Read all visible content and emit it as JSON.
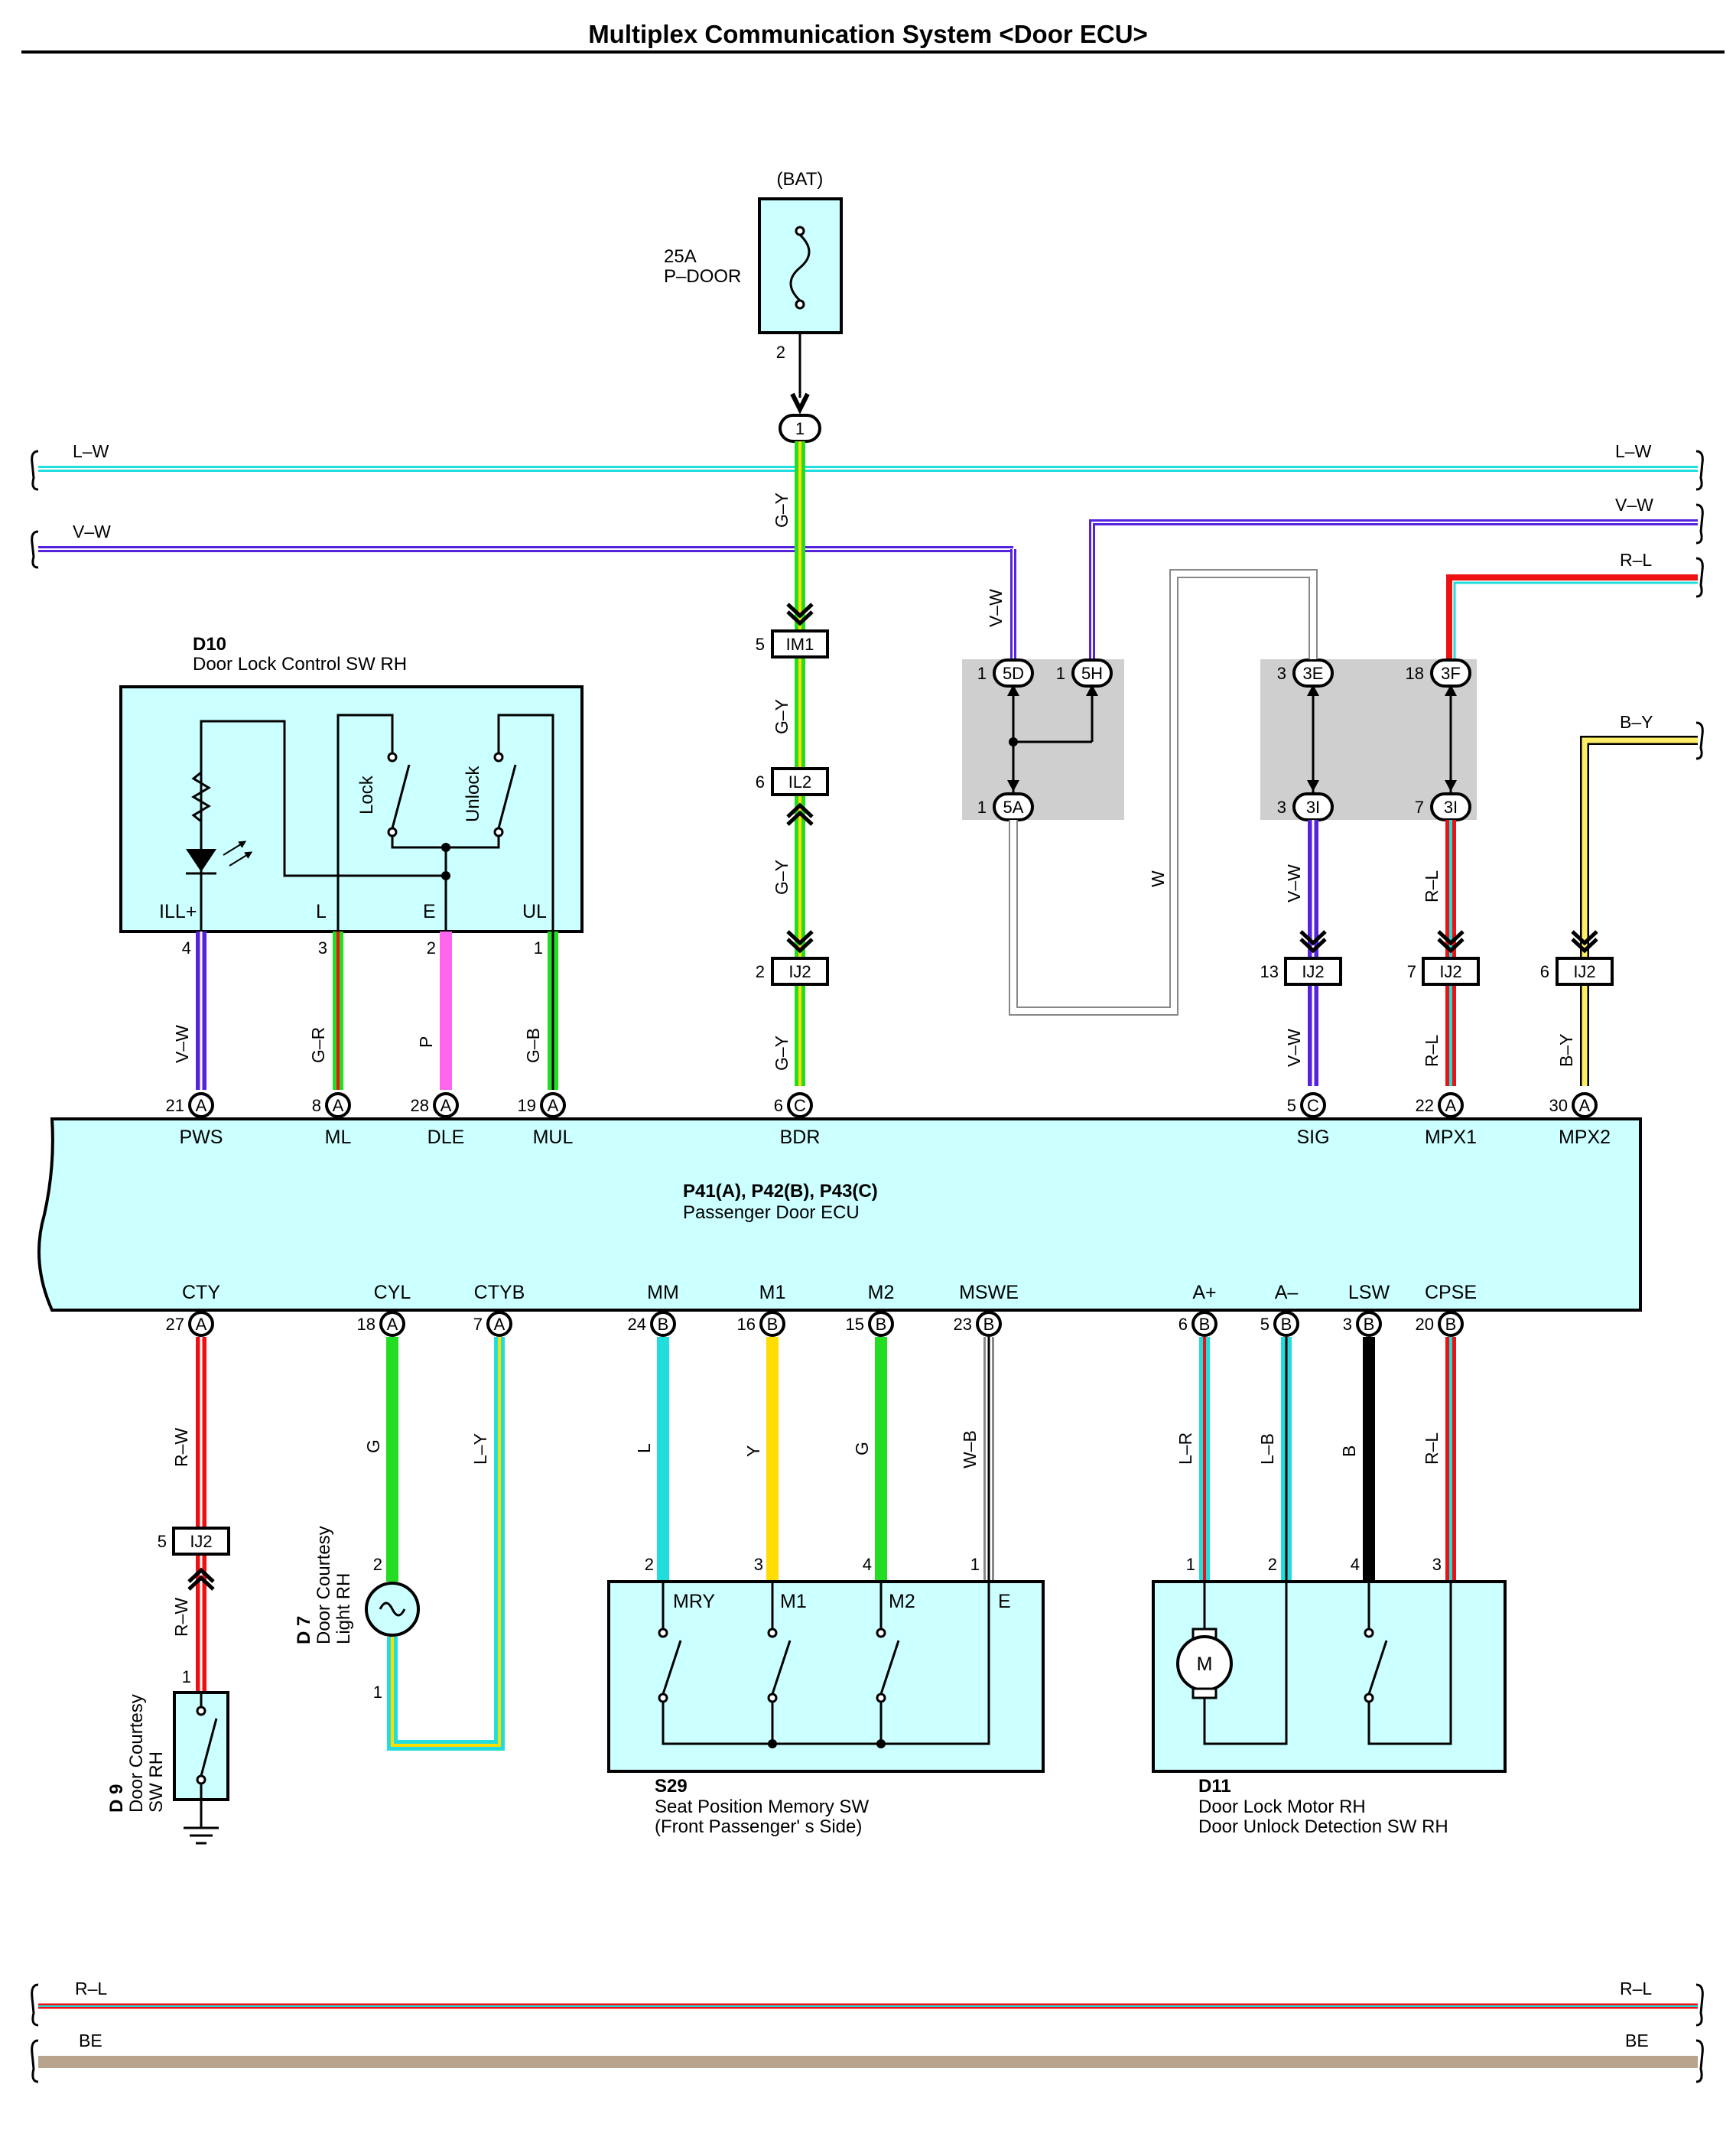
{
  "title": "Multiplex Communication System <Door ECU>",
  "colors": {
    "box_fill": "#ccffff",
    "splice_fill": "#cfcfcf",
    "L": "#22dddd",
    "V": "#5522dd",
    "G": "#22dd22",
    "Y": "#ffdd00",
    "R": "#ee1111",
    "P": "#ff66ee",
    "B": "#000000",
    "W": "#ffffff",
    "BE": "#b8a48c"
  },
  "buses": {
    "lw": "L–W",
    "vw": "V–W",
    "rl": "R–L",
    "by": "B–Y",
    "bottom_rl": "R–L",
    "bottom_be": "BE"
  },
  "fuse": {
    "source": "(BAT)",
    "rating": "25A",
    "name": "P–DOOR",
    "pin": "2"
  },
  "d10": {
    "id": "D10",
    "name": "Door Lock Control SW RH",
    "switch_lock": "Lock",
    "switch_unlock": "Unlock",
    "terminals": [
      "ILL+",
      "L",
      "E",
      "UL"
    ],
    "pins": [
      "4",
      "3",
      "2",
      "1"
    ],
    "wires": [
      "V–W",
      "G–R",
      "P",
      "G–B"
    ]
  },
  "connectors": {
    "top": "1",
    "im1": {
      "pin": "5",
      "label": "IM1"
    },
    "il2": {
      "pin": "6",
      "label": "IL2"
    },
    "ij2_bdr": {
      "pin": "2",
      "label": "IJ2"
    },
    "ij2_sig": {
      "pin": "13",
      "label": "IJ2"
    },
    "ij2_mpx1": {
      "pin": "7",
      "label": "IJ2"
    },
    "ij2_mpx2": {
      "pin": "6",
      "label": "IJ2"
    },
    "ij2_cty": {
      "pin": "5",
      "label": "IJ2"
    }
  },
  "center_wires": {
    "gy": "G–Y",
    "vw": "V–W",
    "w": "W",
    "sig": "V–W",
    "mpx1": "R–L",
    "mpx2": "B–Y"
  },
  "splices_left": {
    "s5d": {
      "pin": "1",
      "label": "5D"
    },
    "s5h": {
      "pin": "1",
      "label": "5H"
    },
    "s5a": {
      "pin": "1",
      "label": "5A"
    }
  },
  "splices_right": {
    "s3e": {
      "pin": "3",
      "label": "3E"
    },
    "s3f": {
      "pin": "18",
      "label": "3F"
    },
    "s3i_a": {
      "pin": "3",
      "label": "3I"
    },
    "s3i_b": {
      "pin": "7",
      "label": "3I"
    }
  },
  "ecu": {
    "title": "P41(A), P42(B), P43(C)",
    "name": "Passenger Door ECU",
    "top_terminals": [
      {
        "name": "PWS",
        "pin": "21",
        "conn": "A"
      },
      {
        "name": "ML",
        "pin": "8",
        "conn": "A"
      },
      {
        "name": "DLE",
        "pin": "28",
        "conn": "A"
      },
      {
        "name": "MUL",
        "pin": "19",
        "conn": "A"
      },
      {
        "name": "BDR",
        "pin": "6",
        "conn": "C"
      },
      {
        "name": "SIG",
        "pin": "5",
        "conn": "C"
      },
      {
        "name": "MPX1",
        "pin": "22",
        "conn": "A"
      },
      {
        "name": "MPX2",
        "pin": "30",
        "conn": "A"
      }
    ],
    "bottom_terminals": [
      {
        "name": "CTY",
        "pin": "27",
        "conn": "A"
      },
      {
        "name": "CYL",
        "pin": "18",
        "conn": "A"
      },
      {
        "name": "CTYB",
        "pin": "7",
        "conn": "A"
      },
      {
        "name": "MM",
        "pin": "24",
        "conn": "B"
      },
      {
        "name": "M1",
        "pin": "16",
        "conn": "B"
      },
      {
        "name": "M2",
        "pin": "15",
        "conn": "B"
      },
      {
        "name": "MSWE",
        "pin": "23",
        "conn": "B"
      },
      {
        "name": "A+",
        "pin": "6",
        "conn": "B"
      },
      {
        "name": "A–",
        "pin": "5",
        "conn": "B"
      },
      {
        "name": "LSW",
        "pin": "3",
        "conn": "B"
      },
      {
        "name": "CPSE",
        "pin": "20",
        "conn": "B"
      }
    ]
  },
  "bottom_wires": {
    "cty": "R–W",
    "cty2": "R–W",
    "cyl": "G",
    "ctyb": "L–Y",
    "mm": "L",
    "m1": "Y",
    "m2": "G",
    "mswe": "W–B",
    "ap": "L–R",
    "am": "L–B",
    "lsw": "B",
    "cpse": "R–L"
  },
  "d9": {
    "id": "D 9",
    "name1": "Door Courtesy",
    "name2": "SW RH",
    "pin": "1"
  },
  "d7": {
    "id": "D 7",
    "name1": "Door Courtesy",
    "name2": "Light RH",
    "pin_top": "2",
    "pin_bot": "1"
  },
  "s29": {
    "id": "S29",
    "name1": "Seat Position Memory SW",
    "name2": "(Front Passenger' s Side)",
    "terminals": [
      "MRY",
      "M1",
      "M2",
      "E"
    ],
    "pins": [
      "2",
      "3",
      "4",
      "1"
    ]
  },
  "d11": {
    "id": "D11",
    "name1": "Door Lock Motor RH",
    "name2": "Door Unlock Detection SW RH",
    "motor": "M",
    "pins": [
      "1",
      "2",
      "4",
      "3"
    ]
  }
}
